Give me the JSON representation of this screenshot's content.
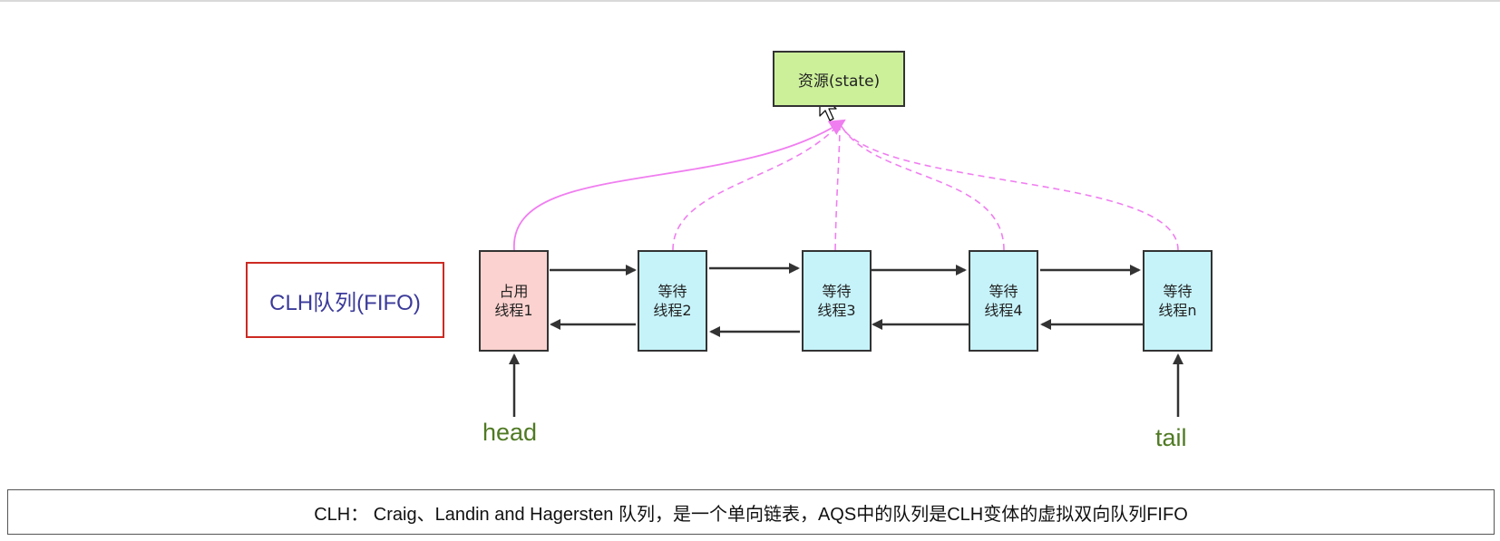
{
  "resource": {
    "label": "资源(state)"
  },
  "queue_label": "CLH队列(FIFO)",
  "nodes": [
    {
      "line1": "占用",
      "line2": "线程1",
      "role": "holder"
    },
    {
      "line1": "等待",
      "line2": "线程2",
      "role": "waiter"
    },
    {
      "line1": "等待",
      "line2": "线程3",
      "role": "waiter"
    },
    {
      "line1": "等待",
      "line2": "线程4",
      "role": "waiter"
    },
    {
      "line1": "等待",
      "line2": "线程n",
      "role": "waiter"
    }
  ],
  "pointers": {
    "head": "head",
    "tail": "tail"
  },
  "caption": "CLH：  Craig、Landin and Hagersten 队列，是一个单向链表，AQS中的队列是CLH变体的虚拟双向队列FIFO",
  "colors": {
    "resource_fill": "#ccf09a",
    "holder_fill": "#fbd2cf",
    "waiter_fill": "#c6f3fa",
    "link_pink": "#f07ef0",
    "queue_label_border": "#cc2a22",
    "queue_label_text": "#3b3a9a",
    "pointer_text": "#4f7a23"
  },
  "icons": [
    "mouse-cursor-icon"
  ]
}
